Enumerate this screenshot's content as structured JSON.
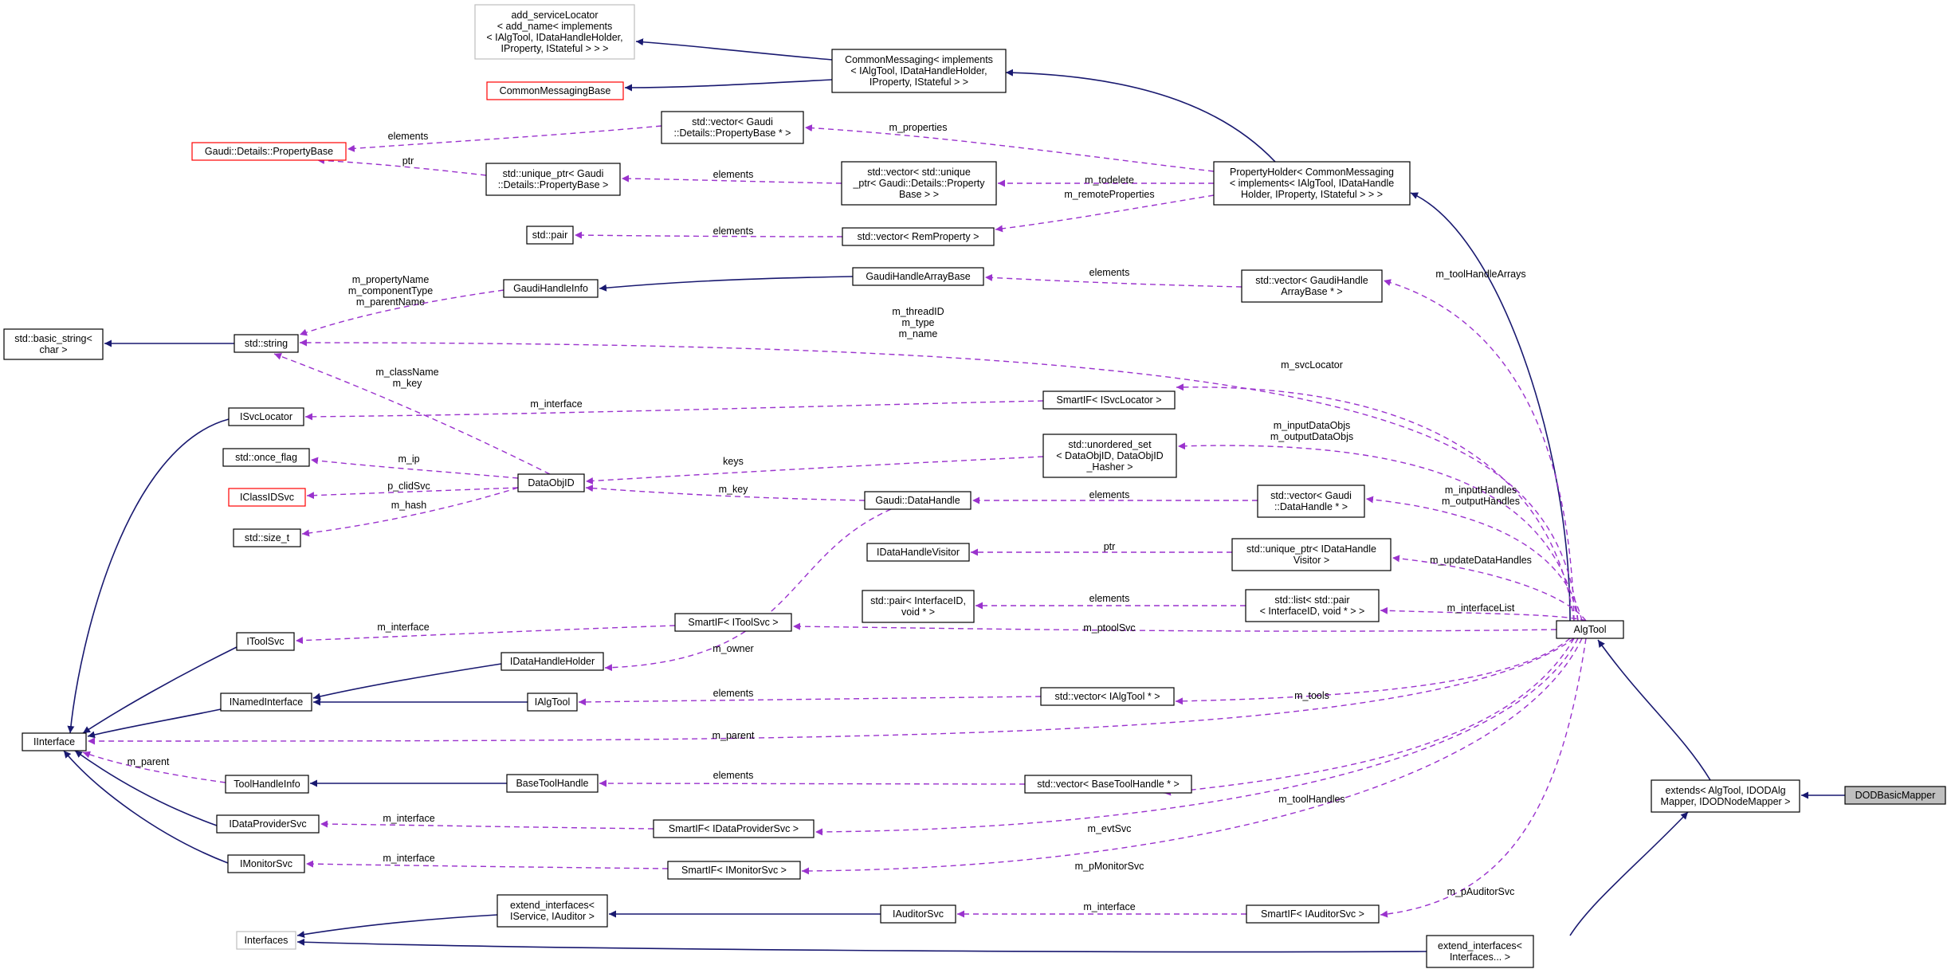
{
  "nodes": {
    "add_serviceLocator": [
      "add_serviceLocator",
      "< add_name< implements",
      "< IAlgTool, IDataHandleHolder,",
      "IProperty, IStateful > > >"
    ],
    "CommonMessagingBase": [
      "CommonMessagingBase"
    ],
    "CommonMessaging": [
      "CommonMessaging< implements",
      "< IAlgTool, IDataHandleHolder,",
      "IProperty, IStateful > >"
    ],
    "PropertyBase": [
      "Gaudi::Details::PropertyBase"
    ],
    "vec_PropertyBase": [
      "std::vector< Gaudi",
      "::Details::PropertyBase * >"
    ],
    "uptr_PropertyBase": [
      "std::unique_ptr< Gaudi",
      "::Details::PropertyBase >"
    ],
    "vec_uptr_PropertyBase": [
      "std::vector< std::unique",
      "_ptr< Gaudi::Details::Property",
      "Base > >"
    ],
    "PropertyHolder": [
      "PropertyHolder< CommonMessaging",
      "< implements< IAlgTool, IDataHandle",
      "Holder, IProperty, IStateful > > >"
    ],
    "pair": [
      "std::pair"
    ],
    "vec_RemProperty": [
      "std::vector< RemProperty >"
    ],
    "GaudiHandleInfo": [
      "GaudiHandleInfo"
    ],
    "GaudiHandleArrayBase": [
      "GaudiHandleArrayBase"
    ],
    "vec_GaudiHandleArrayBase": [
      "std::vector< GaudiHandle",
      "ArrayBase * >"
    ],
    "basic_string": [
      "std::basic_string<",
      "char >"
    ],
    "string": [
      "std::string"
    ],
    "ISvcLocator": [
      "ISvcLocator"
    ],
    "SmartIF_ISvcLocator": [
      "SmartIF< ISvcLocator >"
    ],
    "once_flag": [
      "std::once_flag"
    ],
    "DataObjID": [
      "DataObjID"
    ],
    "unordered_set": [
      "std::unordered_set",
      "< DataObjID, DataObjID",
      "_Hasher >"
    ],
    "IClassIDSvc": [
      "IClassIDSvc"
    ],
    "DataHandle": [
      "Gaudi::DataHandle"
    ],
    "vec_DataHandle": [
      "std::vector< Gaudi",
      "::DataHandle * >"
    ],
    "size_t": [
      "std::size_t"
    ],
    "IDataHandleVisitor": [
      "IDataHandleVisitor"
    ],
    "uptr_IDataHandleVisitor": [
      "std::unique_ptr< IDataHandle",
      "Visitor >"
    ],
    "pair_InterfaceID": [
      "std::pair< InterfaceID,",
      "void * >"
    ],
    "list_pair": [
      "std::list< std::pair",
      "< InterfaceID, void * > >"
    ],
    "IToolSvc": [
      "IToolSvc"
    ],
    "SmartIF_IToolSvc": [
      "SmartIF< IToolSvc >"
    ],
    "AlgTool": [
      "AlgTool"
    ],
    "IDataHandleHolder": [
      "IDataHandleHolder"
    ],
    "INamedInterface": [
      "INamedInterface"
    ],
    "IAlgTool": [
      "IAlgTool"
    ],
    "vec_IAlgTool": [
      "std::vector< IAlgTool * >"
    ],
    "IInterface": [
      "IInterface"
    ],
    "ToolHandleInfo": [
      "ToolHandleInfo"
    ],
    "BaseToolHandle": [
      "BaseToolHandle"
    ],
    "vec_BaseToolHandle": [
      "std::vector< BaseToolHandle * >"
    ],
    "extends": [
      "extends< AlgTool, IDODAlg",
      "Mapper, IDODNodeMapper >"
    ],
    "DODBasicMapper": [
      "DODBasicMapper"
    ],
    "IDataProviderSvc": [
      "IDataProviderSvc"
    ],
    "SmartIF_IDataProviderSvc": [
      "SmartIF< IDataProviderSvc >"
    ],
    "IMonitorSvc": [
      "IMonitorSvc"
    ],
    "SmartIF_IMonitorSvc": [
      "SmartIF< IMonitorSvc >"
    ],
    "extend_interfaces_IService": [
      "extend_interfaces<",
      "IService, IAuditor >"
    ],
    "IAuditorSvc": [
      "IAuditorSvc"
    ],
    "SmartIF_IAuditorSvc": [
      "SmartIF< IAuditorSvc >"
    ],
    "Interfaces": [
      "Interfaces"
    ],
    "extend_interfaces_Interfaces": [
      "extend_interfaces<",
      "Interfaces... >"
    ]
  },
  "edge_labels": {
    "elements_1": [
      "elements"
    ],
    "ptr": [
      "ptr"
    ],
    "m_properties": [
      "m_properties"
    ],
    "elements_2": [
      "elements"
    ],
    "m_todelete": [
      "m_todelete"
    ],
    "m_remoteProperties": [
      "m_remoteProperties"
    ],
    "elements_3": [
      "elements"
    ],
    "string_names": [
      "m_propertyName",
      "m_componentType",
      "m_parentName"
    ],
    "elements_4": [
      "elements"
    ],
    "m_toolHandleArrays": [
      "m_toolHandleArrays"
    ],
    "algtool_strings": [
      "m_threadID",
      "m_type",
      "m_name"
    ],
    "m_className_key": [
      "m_className",
      "m_key"
    ],
    "m_svcLocator": [
      "m_svcLocator"
    ],
    "m_interface_1": [
      "m_interface"
    ],
    "m_data_objs": [
      "m_inputDataObjs",
      "m_outputDataObjs"
    ],
    "m_ip": [
      "m_ip"
    ],
    "keys": [
      "keys"
    ],
    "p_clidSvc": [
      "p_clidSvc"
    ],
    "m_hash": [
      "m_hash"
    ],
    "m_key_2": [
      "m_key"
    ],
    "elements_5": [
      "elements"
    ],
    "m_handles": [
      "m_inputHandles",
      "m_outputHandles"
    ],
    "ptr_2": [
      "ptr"
    ],
    "m_updateDataHandles": [
      "m_updateDataHandles"
    ],
    "elements_6": [
      "elements"
    ],
    "m_interfaceList": [
      "m_interfaceList"
    ],
    "m_interface_2": [
      "m_interface"
    ],
    "m_ptoolSvc": [
      "m_ptoolSvc"
    ],
    "m_owner": [
      "m_owner"
    ],
    "elements_7": [
      "elements"
    ],
    "m_tools": [
      "m_tools"
    ],
    "m_parent": [
      "m_parent"
    ],
    "m_parent_2": [
      "m_parent"
    ],
    "elements_8": [
      "elements"
    ],
    "m_toolHandles": [
      "m_toolHandles"
    ],
    "m_interface_3": [
      "m_interface"
    ],
    "m_evtSvc": [
      "m_evtSvc"
    ],
    "m_interface_4": [
      "m_interface"
    ],
    "m_pMonitorSvc": [
      "m_pMonitorSvc"
    ],
    "m_interface_5": [
      "m_interface"
    ],
    "m_pAuditorSvc": [
      "m_pAuditorSvc"
    ]
  }
}
